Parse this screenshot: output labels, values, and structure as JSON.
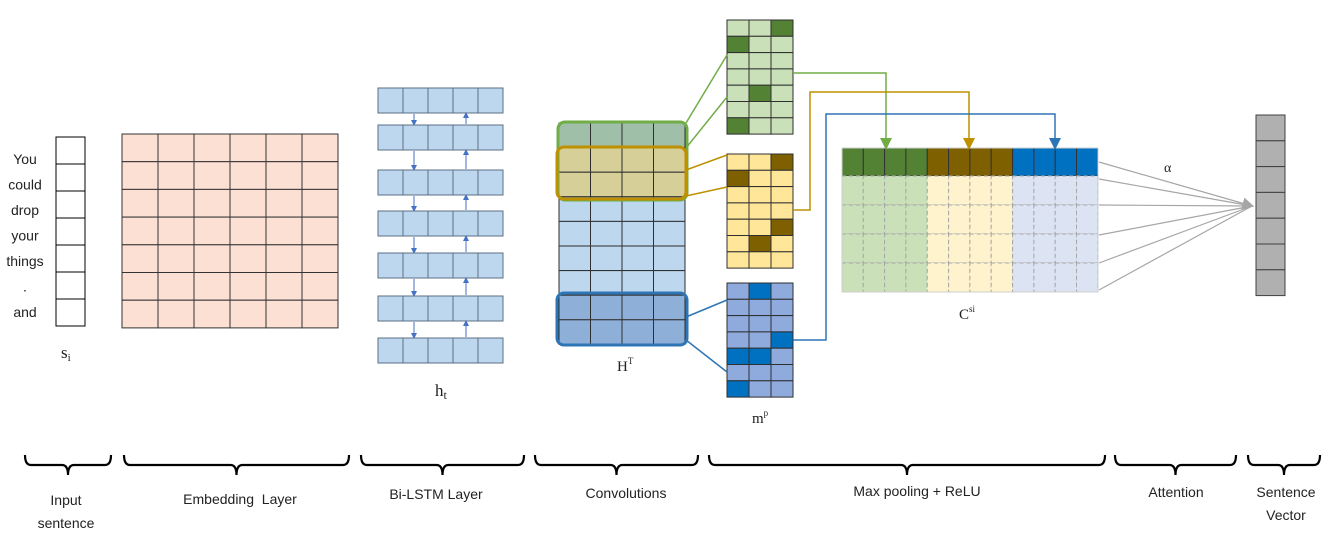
{
  "input": {
    "words": [
      "You",
      "could",
      "drop",
      "your",
      "things",
      ".",
      "and"
    ],
    "symbol": "s",
    "symbol_sub": "i"
  },
  "bilstm": {
    "symbol": "h",
    "symbol_sub": "t"
  },
  "conv": {
    "symbol": "H",
    "symbol_sup": "T"
  },
  "pool": {
    "symbol": "m",
    "symbol_sup": "p"
  },
  "concat": {
    "symbol": "C",
    "symbol_sup": "si"
  },
  "attention": {
    "symbol": "α"
  },
  "stages": [
    {
      "label_line1": "Input",
      "label_line2": "sentence"
    },
    {
      "label_line1": "Embedding  Layer",
      "label_line2": ""
    },
    {
      "label_line1": "Bi-LSTM Layer",
      "label_line2": ""
    },
    {
      "label_line1": "Convolutions",
      "label_line2": ""
    },
    {
      "label_line1": "Max pooling + ReLU",
      "label_line2": ""
    },
    {
      "label_line1": "Attention",
      "label_line2": ""
    },
    {
      "label_line1": "Sentence",
      "label_line2": "Vector"
    }
  ],
  "colors": {
    "embedding": "#fbe0d3",
    "lstm": "#bdd7ee",
    "lstm_arrow": "#4472c4",
    "green_dark": "#548235",
    "green_light": "#c9e0b8",
    "gold_dark": "#7f6000",
    "gold_light": "#ffe699",
    "blue_dark": "#0070c0",
    "blue_light": "#8faadc",
    "green_line": "#70ad47",
    "gold_line": "#bf9000",
    "blue_line": "#2e75b6",
    "output": "#b0b0b0"
  }
}
